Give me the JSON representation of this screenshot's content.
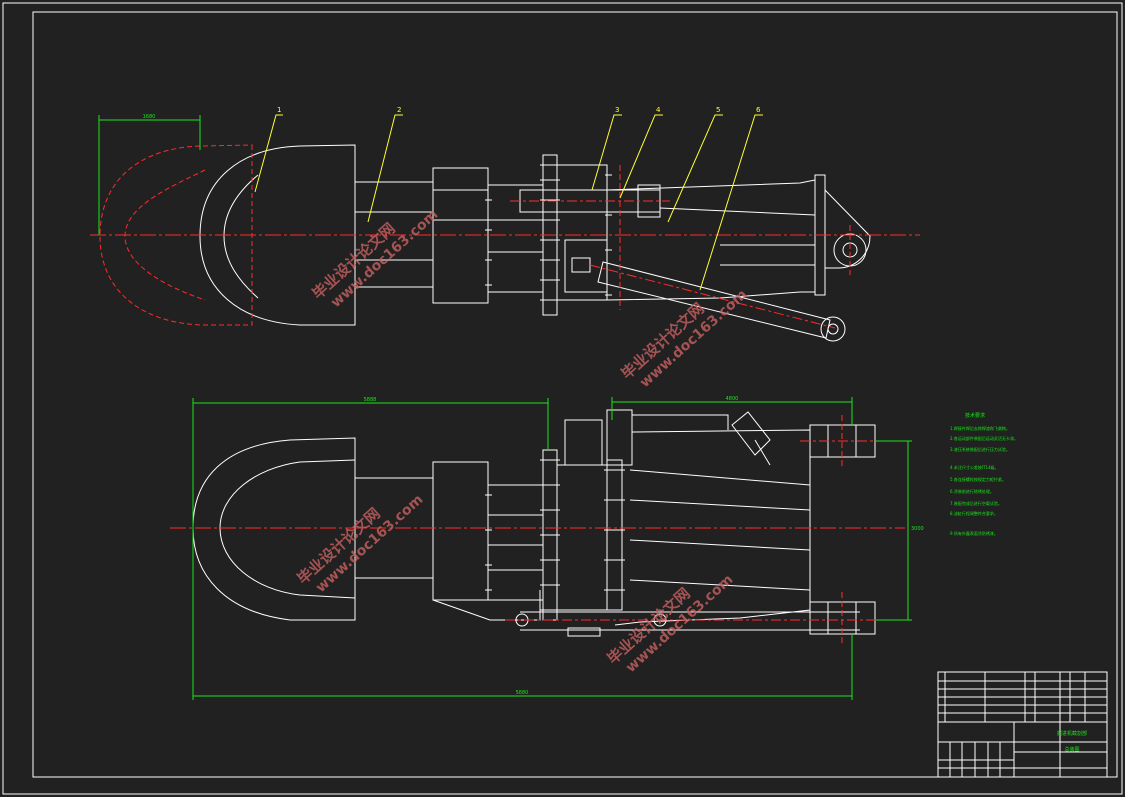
{
  "colors": {
    "background": "#212121",
    "outline": "#ffffff",
    "centerline": "#ff2a2a",
    "dimension": "#19e619",
    "leader": "#ffff33",
    "watermark": "#c76060"
  },
  "part_labels": [
    "1",
    "2",
    "3",
    "4",
    "5",
    "6"
  ],
  "watermark": {
    "main": "毕业设计论文网",
    "url": "www.doc163.com"
  },
  "dimensions": {
    "top_view_width": "1680",
    "bottom_view_left": "5888",
    "bottom_view_right": "4800",
    "bottom_view_total": "5880",
    "bottom_view_height": "3000"
  },
  "tech_notes": {
    "title": "技术要求",
    "lines": [
      "1.焊接件焊后去除焊渣和飞溅物。",
      "2.各运动部件装配后运动灵活无卡滞。",
      "3.液压系统装配后进行压力试验。",
      "4.未注尺寸公差按IT14级。",
      "5.各连接螺栓按规定力矩拧紧。",
      "6.涂装前进行除锈处理。",
      "7.装配完成后进行空载试验。",
      "8.油缸行程调整符合要求。",
      "9.所有外露表面涂防锈漆。"
    ]
  },
  "title_block": {
    "drawing_title": "掘进机截割部",
    "drawing_name": "总装图"
  }
}
